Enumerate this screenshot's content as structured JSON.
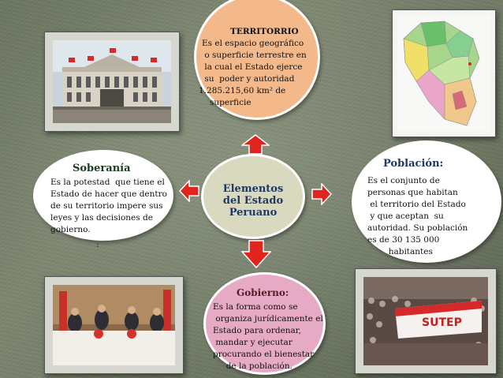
{
  "center": {
    "title_lines": [
      "Elementos",
      "del Estado",
      "Peruano"
    ]
  },
  "territorio": {
    "title": "TERRITORRIO",
    "lines": [
      "Es el espacio geográfico",
      " o superficie terrestre en",
      " la cual el Estado ejerce",
      " su  poder y autoridad",
      "1.285.215,60 km² de",
      "   superficie"
    ]
  },
  "soberania": {
    "title": "Soberanía",
    "lines": [
      "Es la potestad  que tiene el",
      "Estado de hacer que dentro",
      "de su territorio impere sus",
      "leyes y las decisiones de",
      "gobierno."
    ],
    "extra": ":"
  },
  "poblacion": {
    "title": "Población:",
    "lines": [
      "Es el conjunto de",
      "personas que habitan",
      " el territorio del Estado",
      " y que aceptan  su",
      "autoridad. Su población",
      "es de 30 135 000",
      "        habitantes"
    ]
  },
  "gobierno": {
    "title": "Gobierno:",
    "lines": [
      "Es la forma como se",
      " organiza jurídicamente el",
      "Estado para ordenar,",
      " mandar y ejecutar",
      "procurando el bienestar",
      "     de la población."
    ]
  },
  "protest_banner": {
    "lines": [
      "SUTEP"
    ]
  },
  "colors": {
    "center_fill": "#d9d9c0",
    "territorio_fill": "#f3b98a",
    "soberania_fill": "#ffffff",
    "poblacion_fill": "#ffffff",
    "gobierno_fill": "#e6aac4",
    "arrow_red": "#e1241e",
    "title_blue": "#1f3864",
    "title_green": "#1e3b20",
    "title_maroon": "#5a1a2a"
  },
  "icons": [
    "arrow-up-icon",
    "arrow-left-icon",
    "arrow-right-icon",
    "arrow-down-icon"
  ]
}
